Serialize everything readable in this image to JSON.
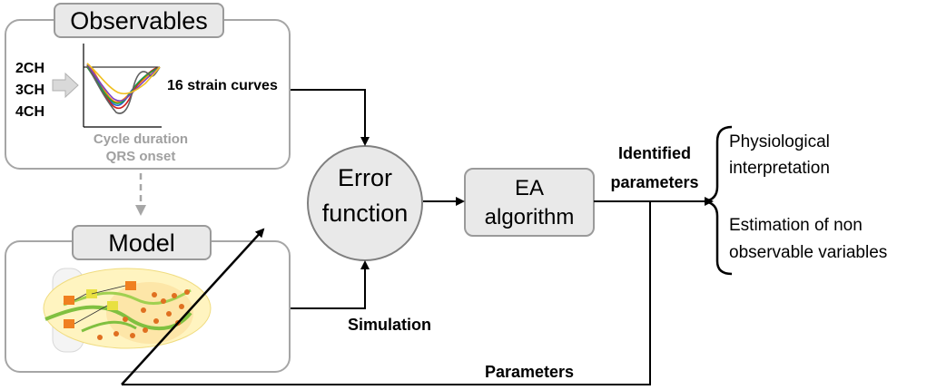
{
  "observables": {
    "title": "Observables",
    "views": [
      "2CH",
      "3CH",
      "4CH"
    ],
    "curves_label": "16 strain curves",
    "footnote_line1": "Cycle duration",
    "footnote_line2": "QRS onset"
  },
  "model": {
    "title": "Model"
  },
  "error_function": {
    "line1": "Error",
    "line2": "function"
  },
  "ea_algorithm": {
    "line1": "EA",
    "line2": "algorithm"
  },
  "labels": {
    "identified_line1": "Identified",
    "identified_line2": "parameters",
    "simulation": "Simulation",
    "parameters": "Parameters"
  },
  "outputs": {
    "item1_line1": "Physiological",
    "item1_line2": "interpretation",
    "item2_line1": "Estimation of non",
    "item2_line2": "observable variables"
  },
  "colors": {
    "box_fill": "#e9e9e9",
    "box_stroke": "#9a9a9a",
    "panel_stroke": "#a6a6a6",
    "dashed_arrow": "#a6a6a6",
    "curve_colors": [
      "#ff8c00",
      "#2060d0",
      "#d02020",
      "#20a040",
      "#8040c0",
      "#606060",
      "#f0c020"
    ]
  }
}
